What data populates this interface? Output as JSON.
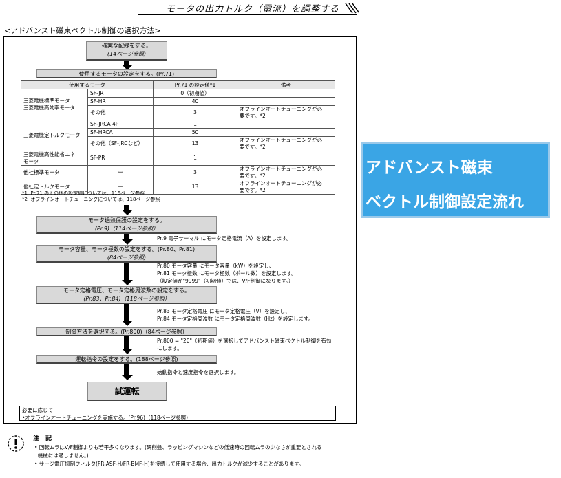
{
  "header": {
    "title": "モータの出力トルク（電流）を調整する"
  },
  "section": {
    "title": "<アドバンスト磁束ベクトル制御の選択方法>"
  },
  "steps": {
    "wiring": {
      "title": "確実な配線をする。",
      "ref": "(14ページ参照)"
    },
    "motor_setting": {
      "title": "使用するモータの設定をする。(Pr.71)"
    },
    "overheat": {
      "title": "モータ過熱保護の設定をする。",
      "ref": "(Pr.9)（114ページ参照）"
    },
    "capacity": {
      "title": "モータ容量、モータ極数の設定をする。(Pr.80、Pr.81)",
      "ref": "(84ページ参照)"
    },
    "rated": {
      "title": "モータ定格電圧、モータ定格周波数の設定をする。",
      "ref": "(Pr.83、Pr.84)（118ページ参照）"
    },
    "control": {
      "title": "制御方法を選択する。(Pr.800)（84ページ参照）"
    },
    "command": {
      "title": "運転指令の設定をする。(188ページ参照)"
    },
    "trial": {
      "title": "試運転"
    }
  },
  "notes": {
    "overheat": "Pr.9 電子サーマル にモータ定格電流（A）を設定します。",
    "capacity": "Pr.80 モータ容量 にモータ容量（kW）を設定し、\nPr.81 モータ極数 にモータ極数（ポール数）を設定します。\n（設定値が\"9999\"（初期値）では、V/F制御になります。）",
    "rated": "Pr.83 モータ定格電圧 にモータ定格電圧（V）を設定し、\nPr.84 モータ定格周波数 にモータ定格周波数（Hz）を設定します。",
    "control": "Pr.800 = \"20\"（初期値）を選択してアドバンスト磁束ベクトル制御を有効\nにします。",
    "command": "始動指令と速度指令を選択します。"
  },
  "motor_table": {
    "headers": [
      "使用するモータ",
      "Pr.71 の設定値*1",
      "備考"
    ],
    "groups": [
      {
        "label": "三菱電機標準モータ\n三菱電機高効率モータ",
        "rows": [
          [
            "SF-JR",
            "0（初期値）",
            ""
          ],
          [
            "SF-HR",
            "40",
            ""
          ],
          [
            "その他",
            "3",
            "オフラインオートチューニングが必\n要です。*2"
          ]
        ]
      },
      {
        "label": "三菱電機定トルクモータ",
        "rows": [
          [
            "SF-JRCA 4P",
            "1",
            ""
          ],
          [
            "SF-HRCA",
            "50",
            ""
          ],
          [
            "その他（SF-JRCなど）",
            "13",
            "オフラインオートチューニングが必\n要です。*2"
          ]
        ]
      },
      {
        "label": "三菱電機高性能省エネ\nモータ",
        "rows": [
          [
            "SF-PR",
            "1",
            ""
          ]
        ]
      },
      {
        "label": "他社標準モータ",
        "rows": [
          [
            "ー",
            "3",
            "オフラインオートチューニングが必\n要です。*2"
          ]
        ]
      },
      {
        "label": "他社定トルクモータ",
        "rows": [
          [
            "ー",
            "13",
            "オフラインオートチューニングが必\n要です。*2"
          ]
        ]
      }
    ],
    "footnotes": [
      {
        "mark": "*1",
        "text": "Pr.71 のその他の設定値については、116ページ参照"
      },
      {
        "mark": "*2",
        "text": "オフラインオートチューニングについては、118ページ参照"
      }
    ]
  },
  "optional": {
    "label": "必要に応じて",
    "item": "•オフラインオートチューニングを実施する。(Pr.96)（118ページ参照）"
  },
  "callout": {
    "line1": "アドバンスト磁束",
    "line2": "ベクトル制御設定流れ"
  },
  "attention": {
    "title": "注 記",
    "items": [
      "• 回転ムラはV/F制御よりも若干多くなります。(研削盤、ラッピングマシンなどの低速時の回転ムラの少なさが重要とされる",
      "  機械には適しません。)",
      "• サージ電圧抑制フィルタ(FR-ASF-H/FR-BMF-H)を接続して使用する場合、出力トルクが減少することがあります。"
    ]
  }
}
